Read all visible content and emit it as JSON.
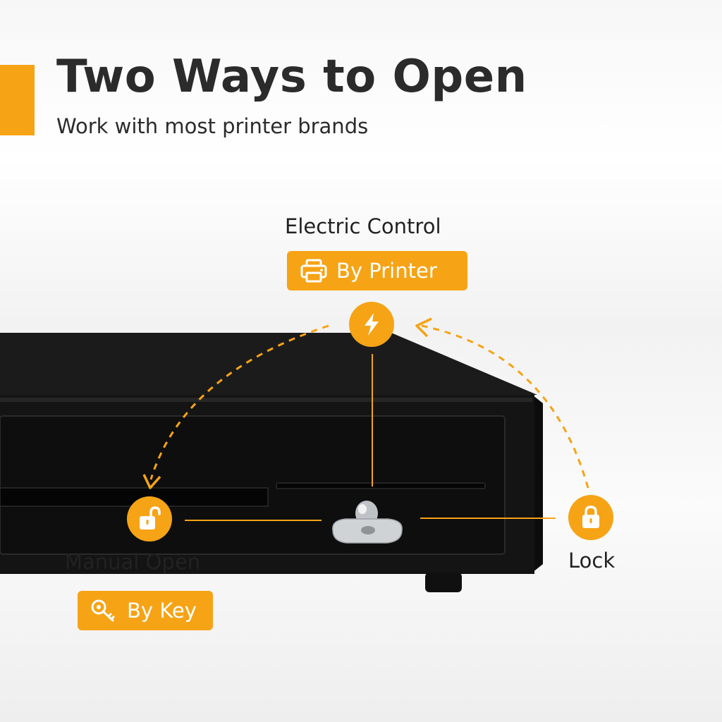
{
  "header": {
    "title": "Two Ways to Open",
    "subtitle": "Work with most printer brands"
  },
  "electric": {
    "label": "Electric Control",
    "pill_label": "By Printer",
    "pill_icon": "printer-icon",
    "badge_icon": "lightning-icon"
  },
  "manual": {
    "label": "Manual  Open",
    "pill_label": "By Key",
    "pill_icon": "key-icon",
    "badge_icon": "unlock-icon"
  },
  "lock": {
    "label": "Lock",
    "badge_icon": "lock-icon"
  },
  "colors": {
    "accent": "#f6a315",
    "text": "#2b2b2b",
    "drawer": "#111111"
  }
}
